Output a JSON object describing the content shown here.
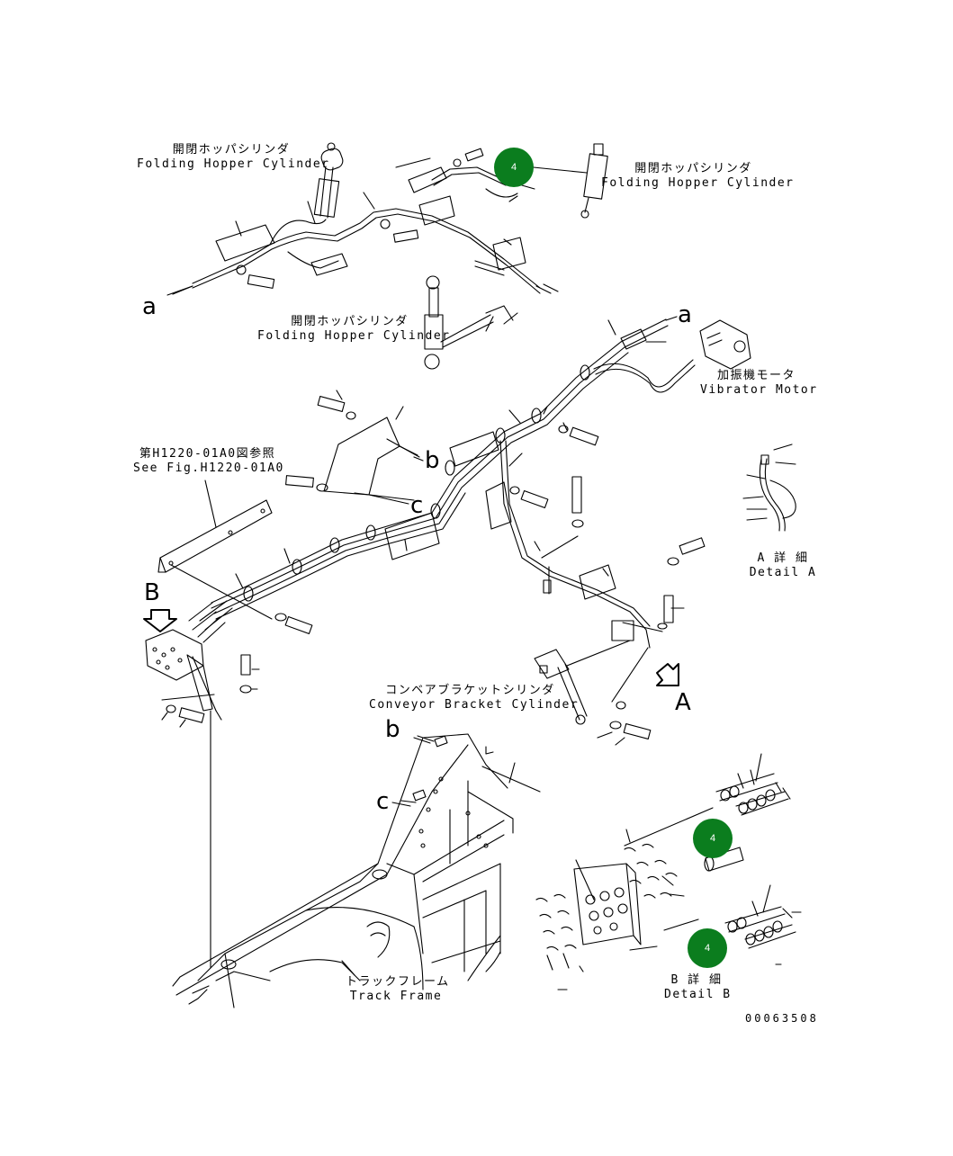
{
  "labels": {
    "hopper_top_left": {
      "ja": "開閉ホッパシリンダ",
      "en": "Folding Hopper Cylinder"
    },
    "hopper_top_right": {
      "ja": "開閉ホッパシリンダ",
      "en": "Folding Hopper Cylinder"
    },
    "hopper_middle": {
      "ja": "開閉ホッパシリンダ",
      "en": "Folding Hopper Cylinder"
    },
    "vibrator_motor": {
      "ja": "加振機モータ",
      "en": "Vibrator Motor"
    },
    "see_fig": {
      "ja": "第H1220-01A0図参照",
      "en": "See Fig.H1220-01A0"
    },
    "detail_a": {
      "ja": "A 詳 細",
      "en": "Detail A"
    },
    "conveyor_bracket": {
      "ja": "コンベアブラケットシリンダ",
      "en": "Conveyor Bracket Cylinder"
    },
    "track_frame": {
      "ja": "トラックフレーム",
      "en": "Track Frame"
    },
    "detail_b": {
      "ja": "B 詳 細",
      "en": "Detail B"
    }
  },
  "letters": {
    "a_left": "a",
    "a_right": "a",
    "b_mid": "b",
    "c_mid": "c",
    "b_low": "b",
    "c_low": "c",
    "B_view": "B",
    "A_view": "A"
  },
  "callouts": [
    "4",
    "4",
    "4"
  ],
  "drawing_number": "00063508",
  "colors": {
    "callout_fill": "#0b7d1e",
    "callout_text": "#ffffff",
    "line": "#000000"
  }
}
